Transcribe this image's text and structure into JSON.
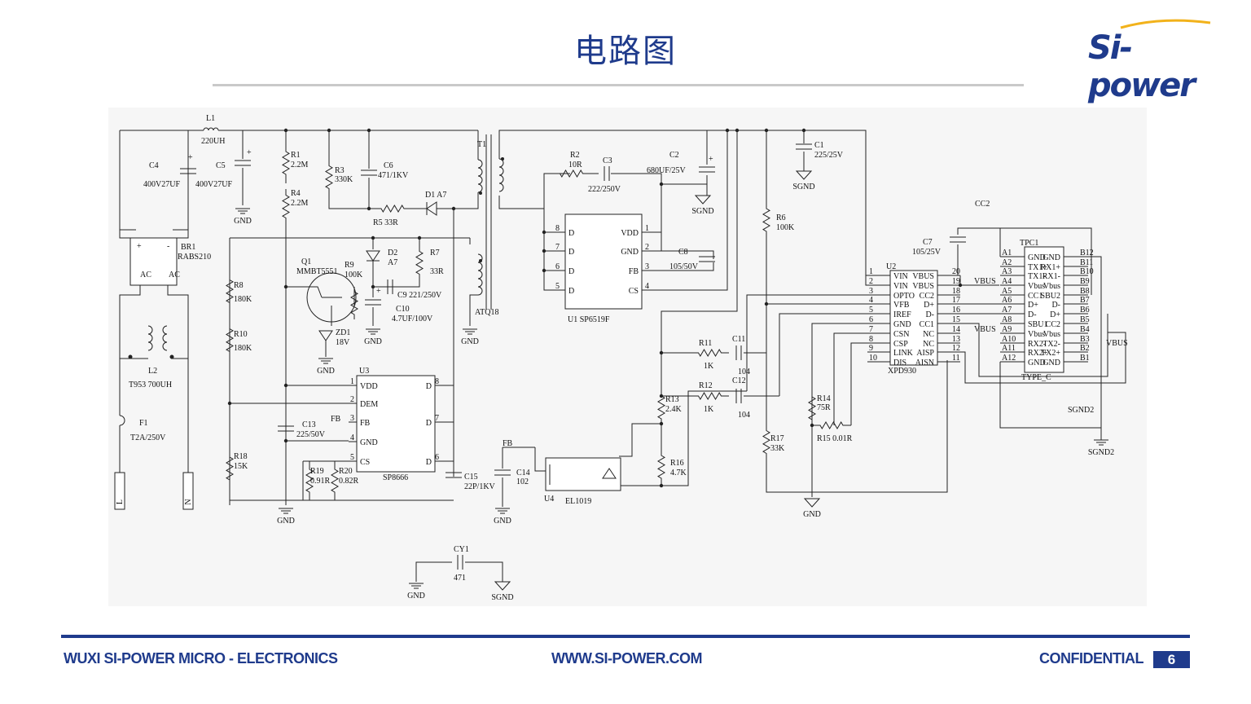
{
  "header": {
    "title": "电路图",
    "logo_text": "Si-power"
  },
  "footer": {
    "company": "WUXI SI-POWER MICRO - ELECTRONICS",
    "website": "WWW.SI-POWER.COM",
    "confidential": "CONFIDENTIAL",
    "page": "6"
  },
  "colors": {
    "brand": "#1f3b8c",
    "rule": "#c9c9c9",
    "schematic_bg": "#f6f6f6",
    "wire": "#222222"
  },
  "components": {
    "L1": {
      "ref": "L1",
      "value": "220UH"
    },
    "C4": {
      "ref": "C4",
      "value": "400V27UF"
    },
    "C5": {
      "ref": "C5",
      "value": "400V27UF"
    },
    "BR1": {
      "ref": "BR1",
      "value": "RABS210"
    },
    "L2": {
      "ref": "L2",
      "value": "T953  700UH"
    },
    "F1": {
      "ref": "F1",
      "value": "T2A/250V"
    },
    "R1": {
      "ref": "R1",
      "value": "2.2M"
    },
    "R4": {
      "ref": "R4",
      "value": "2.2M"
    },
    "R3": {
      "ref": "R3",
      "value": "330K"
    },
    "C6": {
      "ref": "C6",
      "value": "471/1KV"
    },
    "R5": {
      "ref": "R5",
      "value": "33R"
    },
    "D1": {
      "ref": "D1",
      "value": "A7"
    },
    "T1": {
      "ref": "T1",
      "value": "ATQ18"
    },
    "D2": {
      "ref": "D2",
      "value": "A7"
    },
    "R7": {
      "ref": "R7",
      "value": "33R"
    },
    "Q1": {
      "ref": "Q1",
      "value": "MMBT5551"
    },
    "R9": {
      "ref": "R9",
      "value": "100K"
    },
    "C9": {
      "ref": "C9",
      "value": "221/250V"
    },
    "C10": {
      "ref": "C10",
      "value": "4.7UF/100V"
    },
    "ZD1": {
      "ref": "ZD1",
      "value": "18V"
    },
    "R8": {
      "ref": "R8",
      "value": "180K"
    },
    "R10": {
      "ref": "R10",
      "value": "180K"
    },
    "R18": {
      "ref": "R18",
      "value": "15K"
    },
    "C13": {
      "ref": "C13",
      "value": "225/50V"
    },
    "R19": {
      "ref": "R19",
      "value": "0.91R"
    },
    "R20": {
      "ref": "R20",
      "value": "0.82R"
    },
    "C15": {
      "ref": "C15",
      "value": "22P/1KV"
    },
    "C14": {
      "ref": "C14",
      "value": "102"
    },
    "U4": {
      "ref": "U4",
      "value": "EL1019"
    },
    "R2": {
      "ref": "R2",
      "value": "10R"
    },
    "C3": {
      "ref": "C3",
      "value": "222/250V"
    },
    "C2": {
      "ref": "C2",
      "value": "680UF/25V"
    },
    "C8": {
      "ref": "C8",
      "value": "105/50V"
    },
    "C1": {
      "ref": "C1",
      "value": "225/25V"
    },
    "R6": {
      "ref": "R6",
      "value": "100K"
    },
    "R11": {
      "ref": "R11",
      "value": "1K"
    },
    "C11": {
      "ref": "C11",
      "value": "104"
    },
    "R12": {
      "ref": "R12",
      "value": "1K"
    },
    "C12": {
      "ref": "C12",
      "value": "104"
    },
    "R13": {
      "ref": "R13",
      "value": "2.4K"
    },
    "R16": {
      "ref": "R16",
      "value": "4.7K"
    },
    "R17": {
      "ref": "R17",
      "value": "33K"
    },
    "R14": {
      "ref": "R14",
      "value": "75R"
    },
    "R15": {
      "ref": "R15",
      "value": "0.01R"
    },
    "C7": {
      "ref": "C7",
      "value": "105/25V"
    },
    "CY1": {
      "ref": "CY1",
      "value": "471"
    }
  },
  "net_labels": {
    "gnd": "GND",
    "sgnd": "SGND",
    "sgnd2": "SGND2",
    "vbus": "VBUS",
    "fb": "FB",
    "cc2": "CC2",
    "line": "L",
    "neutral": "N",
    "plus": "+",
    "minus": "-",
    "ac": "AC"
  },
  "ics": {
    "U3": {
      "ref": "U3",
      "part": "SP8666",
      "left_pins": [
        {
          "num": "1",
          "name": "VDD"
        },
        {
          "num": "2",
          "name": "DEM"
        },
        {
          "num": "3",
          "name": "FB"
        },
        {
          "num": "4",
          "name": "GND"
        },
        {
          "num": "5",
          "name": "CS"
        }
      ],
      "right_pins": [
        {
          "num": "8",
          "name": "D"
        },
        {
          "num": "7",
          "name": "D"
        },
        {
          "num": "6",
          "name": "D"
        }
      ]
    },
    "U1": {
      "ref": "U1",
      "part": "SP6519F",
      "left_pins": [
        {
          "num": "8",
          "name": "D"
        },
        {
          "num": "7",
          "name": "D"
        },
        {
          "num": "6",
          "name": "D"
        },
        {
          "num": "5",
          "name": "D"
        }
      ],
      "right_pins": [
        {
          "num": "1",
          "name": "VDD"
        },
        {
          "num": "2",
          "name": "GND"
        },
        {
          "num": "3",
          "name": "FB"
        },
        {
          "num": "4",
          "name": "CS"
        }
      ]
    },
    "U2": {
      "ref": "U2",
      "part": "XPD930",
      "left_pins": [
        {
          "num": "1",
          "name": "VIN"
        },
        {
          "num": "2",
          "name": "VIN"
        },
        {
          "num": "3",
          "name": "OPTO"
        },
        {
          "num": "4",
          "name": "VFB"
        },
        {
          "num": "5",
          "name": "IREF"
        },
        {
          "num": "6",
          "name": "GND"
        },
        {
          "num": "7",
          "name": "CSN"
        },
        {
          "num": "8",
          "name": "CSP"
        },
        {
          "num": "9",
          "name": "LINK"
        },
        {
          "num": "10",
          "name": "DIS"
        }
      ],
      "right_pins": [
        {
          "num": "20",
          "name": "VBUS"
        },
        {
          "num": "19",
          "name": "VBUS"
        },
        {
          "num": "18",
          "name": "CC2"
        },
        {
          "num": "17",
          "name": "D+"
        },
        {
          "num": "16",
          "name": "D-"
        },
        {
          "num": "15",
          "name": "CC1"
        },
        {
          "num": "14",
          "name": "NC"
        },
        {
          "num": "13",
          "name": "NC"
        },
        {
          "num": "12",
          "name": "AISP"
        },
        {
          "num": "11",
          "name": "AISN"
        }
      ]
    },
    "TPC1": {
      "ref": "TPC1",
      "part": "TYPE_C",
      "left_pins": [
        {
          "num": "A1",
          "name": "GND"
        },
        {
          "num": "A2",
          "name": "TX1+"
        },
        {
          "num": "A3",
          "name": "TX1-"
        },
        {
          "num": "A4",
          "name": "Vbus"
        },
        {
          "num": "A5",
          "name": "CC1"
        },
        {
          "num": "A6",
          "name": "D+"
        },
        {
          "num": "A7",
          "name": "D-"
        },
        {
          "num": "A8",
          "name": "SBU1"
        },
        {
          "num": "A9",
          "name": "Vbus"
        },
        {
          "num": "A10",
          "name": "RX2-"
        },
        {
          "num": "A11",
          "name": "RX2+"
        },
        {
          "num": "A12",
          "name": "GND"
        }
      ],
      "right_pins": [
        {
          "num": "B12",
          "name": "GND"
        },
        {
          "num": "B11",
          "name": "RX1+"
        },
        {
          "num": "B10",
          "name": "RX1-"
        },
        {
          "num": "B9",
          "name": "Vbus"
        },
        {
          "num": "B8",
          "name": "SBU2"
        },
        {
          "num": "B7",
          "name": "D-"
        },
        {
          "num": "B6",
          "name": "D+"
        },
        {
          "num": "B5",
          "name": "CC2"
        },
        {
          "num": "B4",
          "name": "Vbus"
        },
        {
          "num": "B3",
          "name": "TX2-"
        },
        {
          "num": "B2",
          "name": "TX2+"
        },
        {
          "num": "B1",
          "name": "GND"
        }
      ]
    }
  }
}
